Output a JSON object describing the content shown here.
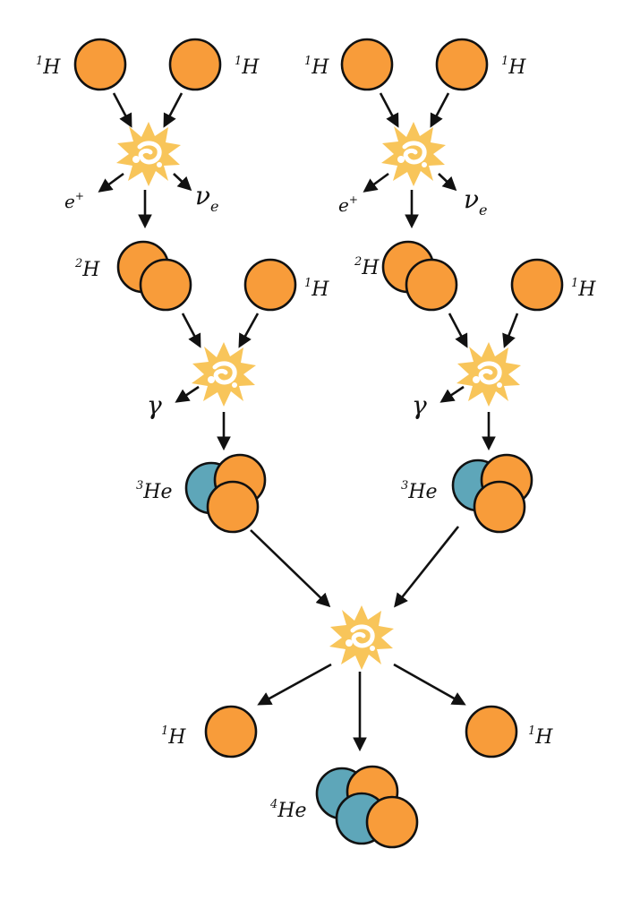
{
  "colors": {
    "proton": "#F89C3A",
    "neutron": "#5EA6B9",
    "burst_outer": "#F8C55A",
    "burst_inner": "#FFFFFF",
    "stroke": "#111111"
  },
  "particles": {
    "h1": {
      "mass": "1",
      "symbol": "H"
    },
    "h2": {
      "mass": "2",
      "symbol": "H"
    },
    "he3": {
      "mass": "3",
      "symbol": "He"
    },
    "he4": {
      "mass": "4",
      "symbol": "He"
    },
    "positron": {
      "base": "e",
      "sup": "+"
    },
    "neutrino": {
      "base": "ν",
      "sub": "e"
    },
    "gamma": {
      "base": "γ"
    }
  },
  "legend_icons": [
    "proton-sphere",
    "neutron-sphere",
    "reaction-burst-icon",
    "arrow"
  ]
}
